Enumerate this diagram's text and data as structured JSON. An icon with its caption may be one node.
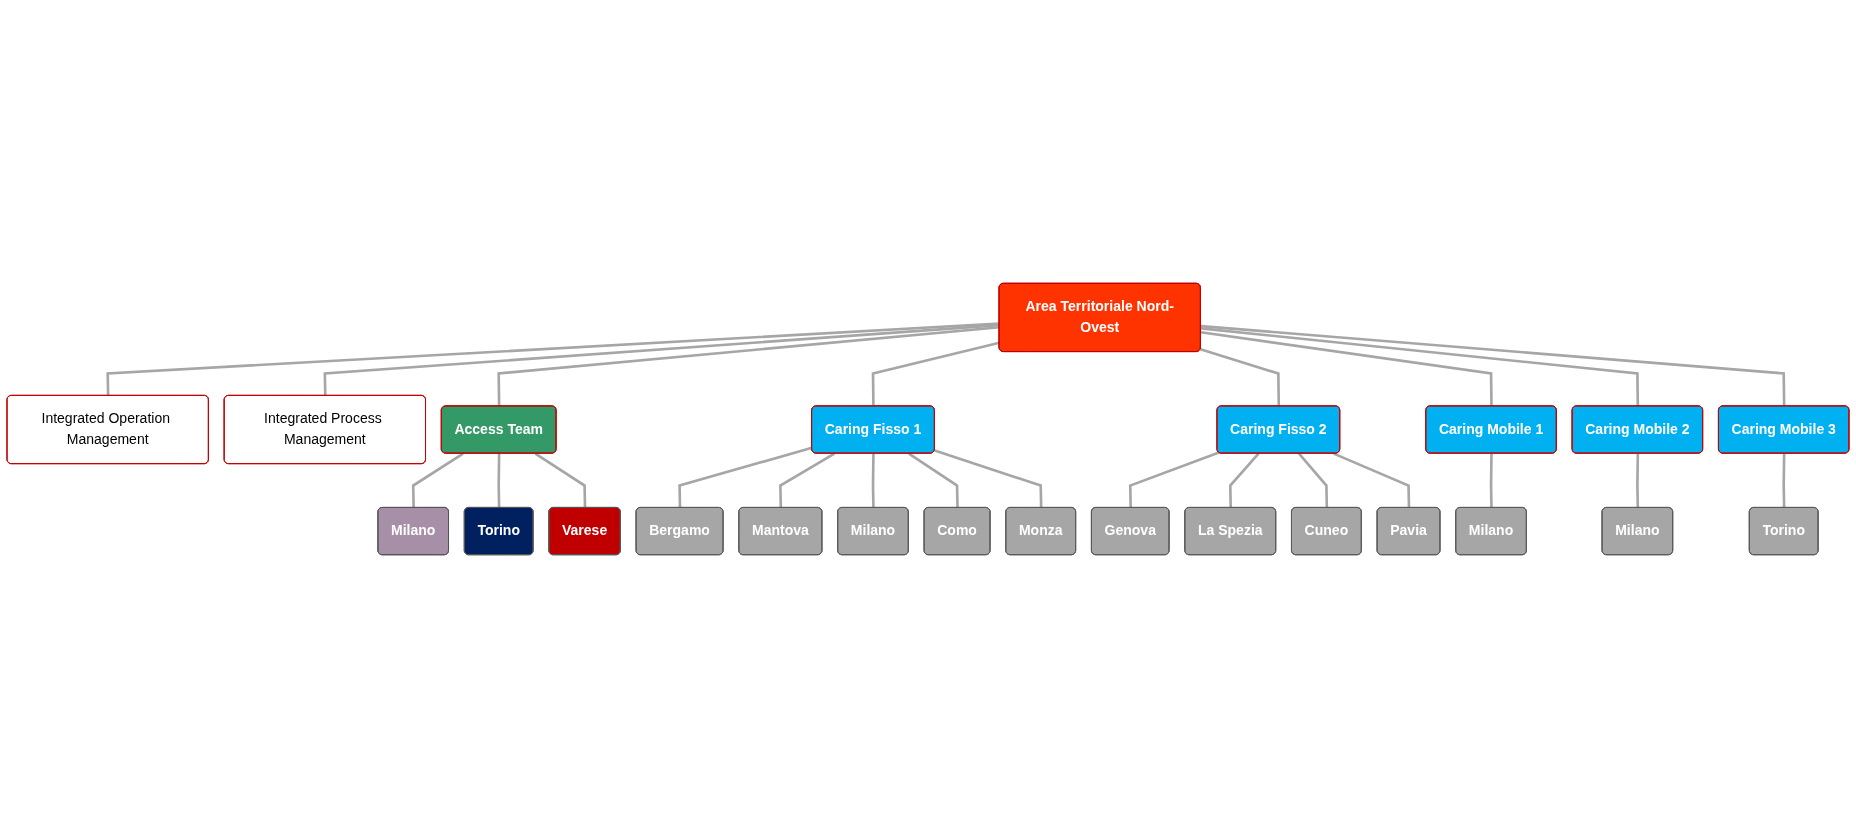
{
  "diagram": {
    "nodes": [
      {
        "text": [
          "Area Territoriale Nord-Ovest"
        ]
      },
      {
        "text": [
          "Integrated Operation Management"
        ]
      },
      {
        "text": [
          "Integrated Process Management"
        ]
      },
      {
        "text": [
          "Access Team"
        ]
      },
      {
        "text": [
          "Caring Fisso 1"
        ]
      },
      {
        "text": [
          "Caring Fisso 2"
        ]
      },
      {
        "text": [
          "Caring Mobile 1"
        ]
      },
      {
        "text": [
          "Caring Mobile 2"
        ]
      },
      {
        "text": [
          "Caring Mobile 3"
        ]
      },
      {
        "text": [
          "Milano"
        ]
      },
      {
        "text": [
          "Torino"
        ]
      },
      {
        "text": [
          "Varese"
        ]
      },
      {
        "text": [
          "Bergamo"
        ]
      },
      {
        "text": [
          "Mantova"
        ]
      },
      {
        "text": [
          "Milano"
        ]
      },
      {
        "text": [
          "Como"
        ]
      },
      {
        "text": [
          "Monza"
        ]
      },
      {
        "text": [
          "Genova"
        ]
      },
      {
        "text": [
          "La Spezia"
        ]
      },
      {
        "text": [
          "Cuneo"
        ]
      },
      {
        "text": [
          "Pavia"
        ]
      },
      {
        "text": [
          "Milano"
        ]
      },
      {
        "text": [
          "Milano"
        ]
      },
      {
        "text": [
          "Torino"
        ]
      }
    ],
    "edges": [
      {
        "from": 0,
        "to": 1,
        "arrow": "none"
      },
      {
        "from": 0,
        "to": 2,
        "arrow": "none"
      },
      {
        "from": 0,
        "to": 3,
        "arrow": "none"
      },
      {
        "from": 0,
        "to": 4,
        "arrow": "none"
      },
      {
        "from": 0,
        "to": 5,
        "arrow": "none"
      },
      {
        "from": 0,
        "to": 6,
        "arrow": "none"
      },
      {
        "from": 0,
        "to": 7,
        "arrow": "none"
      },
      {
        "from": 0,
        "to": 8,
        "arrow": "none"
      },
      {
        "from": 3,
        "to": 9,
        "arrow": "none"
      },
      {
        "from": 3,
        "to": 10,
        "arrow": "none"
      },
      {
        "from": 3,
        "to": 11,
        "arrow": "none"
      },
      {
        "from": 4,
        "to": 12,
        "arrow": "none"
      },
      {
        "from": 4,
        "to": 13,
        "arrow": "none"
      },
      {
        "from": 4,
        "to": 14,
        "arrow": "none"
      },
      {
        "from": 4,
        "to": 15,
        "arrow": "none"
      },
      {
        "from": 4,
        "to": 16,
        "arrow": "none"
      },
      {
        "from": 5,
        "to": 17,
        "arrow": "none"
      },
      {
        "from": 5,
        "to": 18,
        "arrow": "none"
      },
      {
        "from": 5,
        "to": 19,
        "arrow": "none"
      },
      {
        "from": 5,
        "to": 20,
        "arrow": "none"
      },
      {
        "from": 6,
        "to": 21,
        "arrow": "none"
      },
      {
        "from": 7,
        "to": 22,
        "arrow": "none"
      },
      {
        "from": 8,
        "to": 23,
        "arrow": "none"
      }
    ]
  }
}
